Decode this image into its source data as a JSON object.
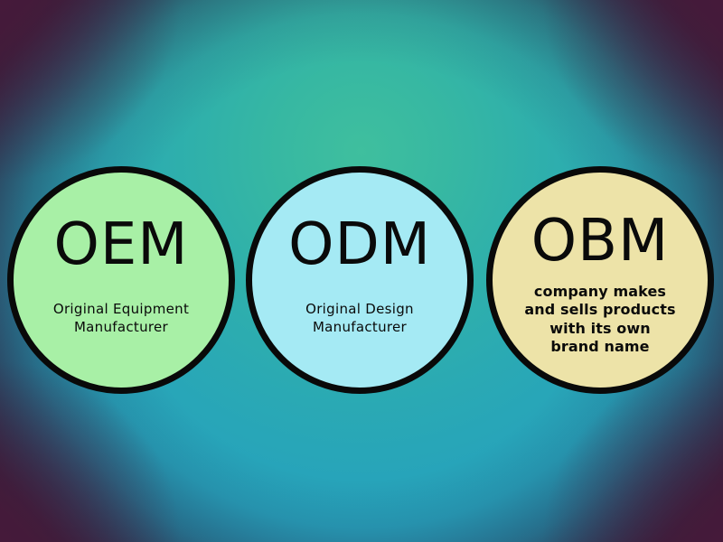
{
  "background": {
    "center_color": "#3fbf9e",
    "mid_color": "#2aa9b4",
    "corner_color": "#46193a"
  },
  "diagram": {
    "type": "three-circle-comparison",
    "circles": [
      {
        "id": "oem",
        "acronym": "OEM",
        "description": "Original Equipment\nManufacturer",
        "fill_color": "#a8f0a6",
        "border_color": "#090909",
        "description_bold": false
      },
      {
        "id": "odm",
        "acronym": "ODM",
        "description": "Original Design\nManufacturer",
        "fill_color": "#a5eaf4",
        "border_color": "#090909",
        "description_bold": false
      },
      {
        "id": "obm",
        "acronym": "OBM",
        "description": "company makes\nand sells products\nwith its own\nbrand name",
        "fill_color": "#ede3a8",
        "border_color": "#090909",
        "description_bold": true
      }
    ]
  }
}
